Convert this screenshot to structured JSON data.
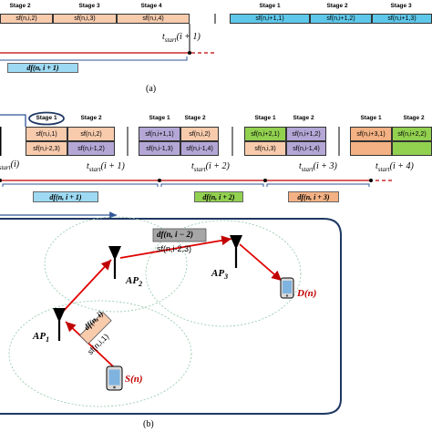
{
  "part_a": {
    "stages": [
      "Stage 2",
      "Stage 3",
      "Stage 4",
      "Stage 1",
      "Stage 2",
      "Stage 3"
    ],
    "cells": [
      "sf(n,i,2)",
      "sf(n,i,3)",
      "sf(n,i,4)",
      "sf(n,i+1,1)",
      "sf(n,i+1,2)",
      "sf(n,i+1,3)"
    ],
    "tstart_main": "t",
    "tstart_sub": "start",
    "tstart_arg": "(i + 1)",
    "df_label": "df(n, i + 1)",
    "caption": "(a)",
    "colors": {
      "orange": "#f8cbad",
      "cyan": "#5ec8ea",
      "red": "#c00000",
      "blue": "#2f5597"
    }
  },
  "part_b": {
    "stage_groups": [
      {
        "s1": "Stage 1",
        "s2": "Stage 2",
        "c1": "sf(n,i,1)",
        "c2": "sf(n,i,2)",
        "c3": "sf(n,i-2,3)",
        "c4": "sf(n,i-1,2)"
      },
      {
        "s1": "Stage 1",
        "s2": "Stage 2",
        "c1": "sf(n,i+1,1)",
        "c2": "sf(n,i,2)",
        "c3": "sf(n,i-1,3)",
        "c4": "sf(n,i-1,4)"
      },
      {
        "s1": "Stage 1",
        "s2": "Stage 2",
        "c1": "sf(n,i+2,1)",
        "c2": "sf(n,i+1,2)",
        "c3": "sf(n,i,3)",
        "c4": "sf(n,i-1,4)"
      },
      {
        "s1": "Stage 1",
        "s2": "Stage 2",
        "c1": "sf(n,i+3,1)",
        "c2": "sf(n,i+2,2)",
        "c3": "",
        "c4": ""
      }
    ],
    "tstart_args": [
      "(i)",
      "(i + 1)",
      "(i + 2)",
      "(i + 3)",
      "(i + 4)"
    ],
    "tstart_main": "t",
    "tstart_sub": "start",
    "df_labels": [
      "df(n, i + 1)",
      "df(n, i + 2)",
      "df(n, i + 3)"
    ],
    "colors": {
      "orange": "#f8cbad",
      "purple": "#b4a7d6",
      "green": "#92d050",
      "gold": "#f4b183",
      "cyan": "#9dd9f3"
    },
    "network": {
      "ap1": "AP",
      "ap1_sub": "1",
      "ap2": "AP",
      "ap2_sub": "2",
      "ap3": "AP",
      "ap3_sub": "3",
      "source": "S(n)",
      "dest": "D(n)",
      "link_top_df": "df(n, i − 2)",
      "link_top_sf": "sf(n,i-2,3)",
      "link_left_df": "df(n, i)",
      "link_left_sf": "sf(n,i,1)"
    },
    "caption": "(b)"
  }
}
